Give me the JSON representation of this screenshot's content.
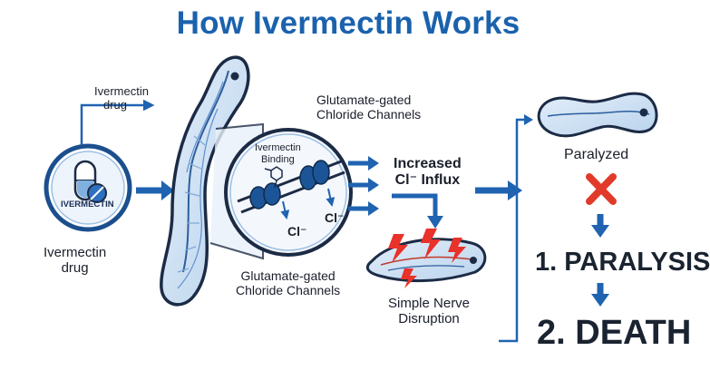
{
  "title": "How Ivermectin Works",
  "labels": {
    "drug_arrow": [
      "Ivermectin",
      "drug"
    ],
    "drug_bottom": [
      "Ivermectin",
      "drug"
    ],
    "pill": "IVERMECTIN",
    "channels_top": [
      "Glutamate-gated",
      "Chloride Channels"
    ],
    "channels_bottom": [
      "Glutamate-gated",
      "Chloride Channels"
    ],
    "binding": [
      "Ivermectin",
      "Binding"
    ],
    "cl_left": "Cl⁻",
    "cl_right": "Cl⁻",
    "influx": [
      "Increased",
      "Cl⁻ Influx"
    ],
    "disruption": [
      "Simple Nerve",
      "Disruption"
    ],
    "paralyzed": "Paralyzed",
    "outcome1": "1. PARALYSIS",
    "outcome2": "2. DEATH"
  },
  "colors": {
    "title": "#1b62ad",
    "arrow": "#1f63b1",
    "worm_fill": "#cfe2f3",
    "worm_stroke": "#1c2b45",
    "cross": "#e23a2a",
    "spark": "#e8322a"
  },
  "icons": [
    "pill-capsule-icon",
    "magnifier-circle",
    "red-x-icon",
    "lightning-icon"
  ]
}
